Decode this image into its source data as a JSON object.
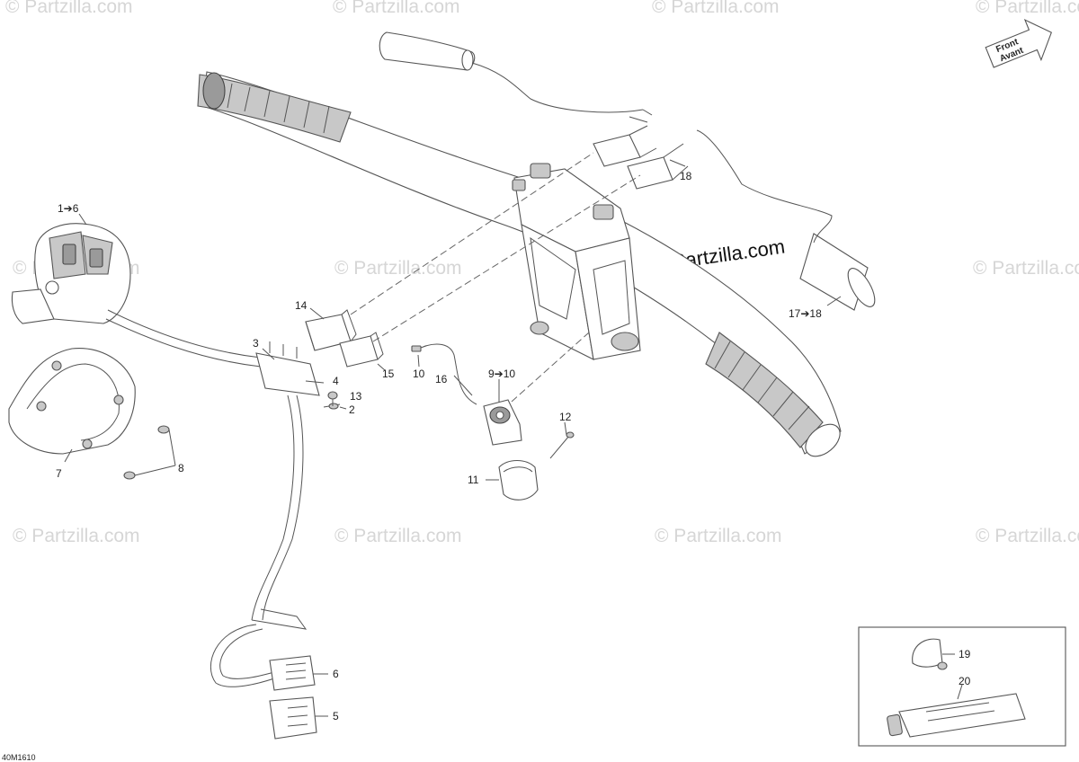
{
  "watermarks": {
    "main": "© Partzilla.com",
    "repeat": "© Partzilla.com"
  },
  "drawing_code": "40M1610",
  "front_arrow": {
    "line1": "Front",
    "line2": "Avant"
  },
  "callouts": {
    "c1_6": "1➔6",
    "c2": "2",
    "c3": "3",
    "c4": "4",
    "c5": "5",
    "c6": "6",
    "c7": "7",
    "c8": "8",
    "c9_10": "9➔10",
    "c10": "10",
    "c11": "11",
    "c12": "12",
    "c13": "13",
    "c14": "14",
    "c15": "15",
    "c16": "16",
    "c17_18": "17➔18",
    "c18": "18",
    "c19": "19",
    "c20": "20"
  },
  "colors": {
    "line": "#555555",
    "watermark": "#d6d6d6",
    "part_dark": "#9a9a9a",
    "part_mid": "#c8c8c8"
  }
}
